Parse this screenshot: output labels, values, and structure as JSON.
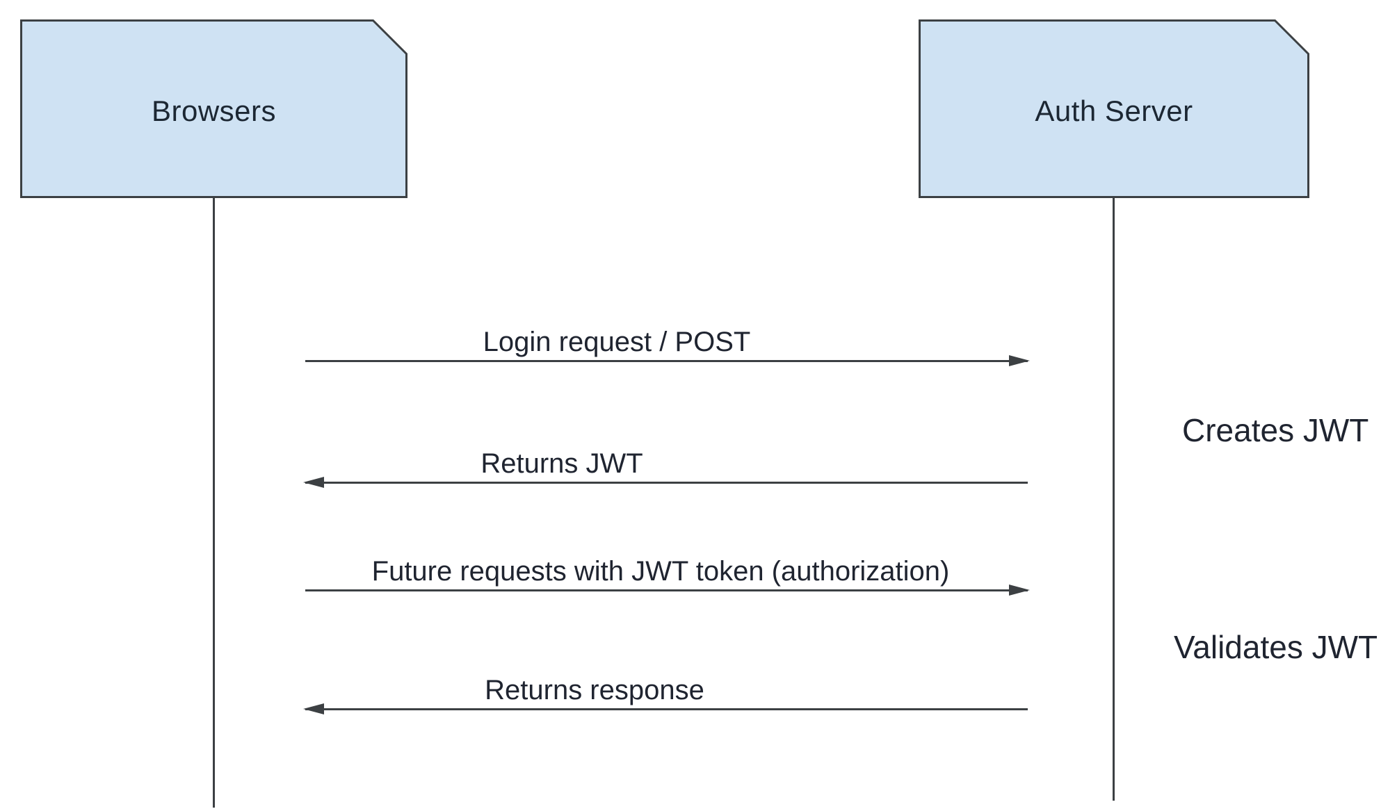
{
  "diagram": {
    "kind": "sequence-diagram",
    "actors": [
      {
        "id": "browsers",
        "label": "Browsers"
      },
      {
        "id": "auth-server",
        "label": "Auth Server"
      }
    ],
    "messages": [
      {
        "from": "Browsers",
        "to": "Auth Server",
        "direction": "right",
        "label": "Login request / POST"
      },
      {
        "from": "Auth Server",
        "to": "Browsers",
        "direction": "left",
        "label": "Returns JWT"
      },
      {
        "from": "Browsers",
        "to": "Auth Server",
        "direction": "right",
        "label": "Future requests with JWT token (authorization)"
      },
      {
        "from": "Auth Server",
        "to": "Browsers",
        "direction": "left",
        "label": "Returns response"
      }
    ],
    "annotations": [
      {
        "attached_to": "Auth Server",
        "label": "Creates JWT"
      },
      {
        "attached_to": "Auth Server",
        "label": "Validates JWT"
      }
    ],
    "colors": {
      "actor_fill": "#cfe2f3",
      "stroke": "#3c4043",
      "text": "#1f2430",
      "background": "#ffffff"
    }
  }
}
